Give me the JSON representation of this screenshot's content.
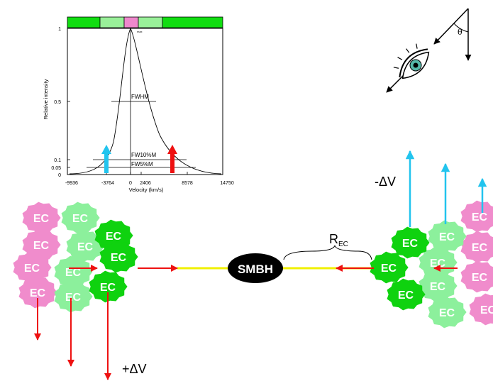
{
  "profile": {
    "y_axis_label": "Relative intensity",
    "x_axis_label": "Velocity (km/s)",
    "y_ticks": [
      "1",
      "0.5",
      "0.1",
      "0.05",
      "0"
    ],
    "x_ticks": [
      "-9936",
      "-3764",
      "0",
      "2406",
      "8578",
      "14750"
    ],
    "peak_marker": "max",
    "levels": [
      "FWHM",
      "FW10%M",
      "FW5%M"
    ],
    "blue_arrow_color": "#22c4ee",
    "red_arrow_color": "#ee1111",
    "bar_colors": [
      "#11dd11",
      "#99f099",
      "#ee88cc"
    ]
  },
  "observer": {
    "angle_symbol": "θ"
  },
  "labels": {
    "minus_dv": "-ΔV",
    "plus_dv": "+ΔV",
    "smbh": "SMBH",
    "r_ec_main": "R",
    "r_ec_sub": "EC",
    "ec": "EC"
  },
  "colors": {
    "ec_pink": "#f08ccc",
    "ec_light_green": "#8cf09c",
    "ec_green": "#0fd20f",
    "velocity_arrow": "#ee1111",
    "los_arrow": "#22c4ee",
    "axis_line": "#f0f000",
    "smbh": "#000000"
  }
}
